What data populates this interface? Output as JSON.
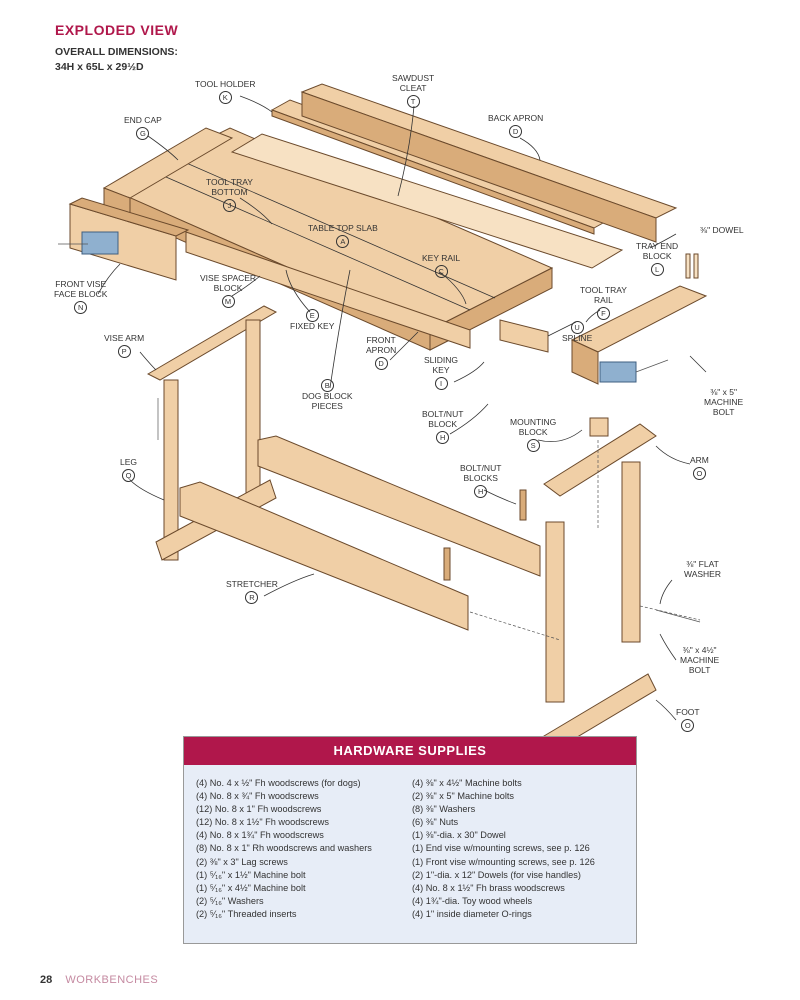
{
  "header": {
    "title": "EXPLODED VIEW",
    "dims_label": "OVERALL DIMENSIONS:",
    "dims_value": "34H x 65L x 29½D"
  },
  "parts": {
    "tool_holder": {
      "text": "TOOL HOLDER",
      "code": "K"
    },
    "sawdust_cleat": {
      "line1": "SAWDUST",
      "line2": "CLEAT",
      "code": "T"
    },
    "back_apron": {
      "text": "BACK APRON",
      "code": "D"
    },
    "end_cap": {
      "text": "END CAP",
      "code": "G"
    },
    "tool_tray_bottom": {
      "line1": "TOOL TRAY",
      "line2": "BOTTOM",
      "code": "J"
    },
    "dowel": {
      "text": "⅜\" DOWEL"
    },
    "table_top_slab": {
      "text": "TABLE TOP SLAB",
      "code": "A"
    },
    "tray_end_block": {
      "line1": "TRAY END",
      "line2": "BLOCK",
      "code": "L"
    },
    "key_rail": {
      "text": "KEY RAIL",
      "code": "C"
    },
    "front_vise_face_block": {
      "line1": "FRONT VISE",
      "line2": "FACE BLOCK",
      "code": "N"
    },
    "vise_spacer_block": {
      "line1": "VISE SPACER",
      "line2": "BLOCK",
      "code": "M"
    },
    "tool_tray_rail": {
      "line1": "TOOL TRAY",
      "line2": "RAIL",
      "code": "F"
    },
    "fixed_key": {
      "text": "FIXED KEY",
      "code": "E"
    },
    "spline": {
      "text": "SPLINE",
      "code": "U"
    },
    "front_apron": {
      "line1": "FRONT",
      "line2": "APRON",
      "code": "D"
    },
    "vise_arm": {
      "text": "VISE ARM",
      "code": "P"
    },
    "sliding_key": {
      "line1": "SLIDING",
      "line2": "KEY",
      "code": "I"
    },
    "machine_bolt_5": {
      "line1": "⅜\" x 5\"",
      "line2": "MACHINE",
      "line3": "BOLT"
    },
    "dog_block_pieces": {
      "line1": "DOG BLOCK",
      "line2": "PIECES",
      "code": "B"
    },
    "bolt_nut_block": {
      "line1": "BOLT/NUT",
      "line2": "BLOCK",
      "code": "H"
    },
    "mounting_block": {
      "line1": "MOUNTING",
      "line2": "BLOCK",
      "code": "S"
    },
    "leg": {
      "text": "LEG",
      "code": "Q"
    },
    "bolt_nut_blocks": {
      "line1": "BOLT/NUT",
      "line2": "BLOCKS",
      "code": "H"
    },
    "arm": {
      "text": "ARM",
      "code": "O"
    },
    "flat_washer": {
      "line1": "⅜\" FLAT",
      "line2": "WASHER"
    },
    "stretcher": {
      "text": "STRETCHER",
      "code": "R"
    },
    "machine_bolt_45": {
      "line1": "⅜\" x 4½\"",
      "line2": "MACHINE",
      "line3": "BOLT"
    },
    "foot": {
      "text": "FOOT",
      "code": "O"
    }
  },
  "hardware": {
    "title": "HARDWARE SUPPLIES",
    "left": [
      "(4)  No. 4 x ½\" Fh woodscrews (for dogs)",
      "(4)  No. 8 x ¾\" Fh woodscrews",
      "(12)  No. 8 x 1\" Fh woodscrews",
      "(12)  No. 8 x 1½\" Fh woodscrews",
      "(4)  No. 8 x 1¾\" Fh woodscrews",
      "(8)  No. 8 x 1\" Rh woodscrews and washers",
      "(2)  ⅜\" x 3\" Lag screws",
      "(1)  ⁵⁄₁₆\" x 1½\" Machine bolt",
      "(1)  ⁵⁄₁₆\" x 4½\" Machine bolt",
      "(2)  ⁵⁄₁₆\" Washers",
      "(2)  ⁵⁄₁₆\" Threaded inserts"
    ],
    "right": [
      "(4)  ⅜\" x 4½\" Machine bolts",
      "(2)  ⅜\" x 5\" Machine bolts",
      "(8)  ⅜\" Washers",
      "(6)  ⅜\" Nuts",
      "(1)  ⅜\"-dia. x 30\" Dowel",
      "(1)  End vise w/mounting screws, see p. 126",
      "(1)  Front vise w/mounting screws, see p. 126",
      "(2)  1\"-dia. x 12\" Dowels (for vise handles)",
      "(4)  No. 8 x 1½\" Fh brass woodscrews",
      "(4)  1¾\"-dia. Toy wood wheels",
      "(4)  1\" inside diameter O-rings"
    ]
  },
  "footer": {
    "page_number": "28",
    "section": "WORKBENCHES"
  },
  "colors": {
    "accent": "#b0174b",
    "wood": "#f0cfa6",
    "box_fill": "#e7edf7"
  }
}
